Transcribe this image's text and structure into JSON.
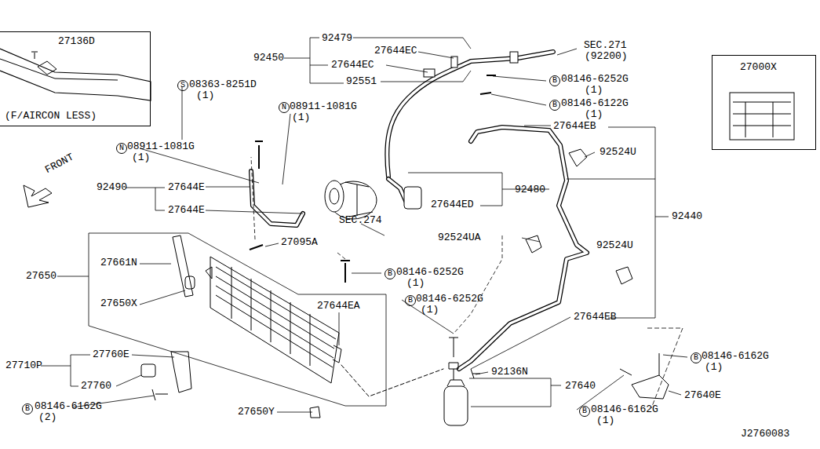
{
  "diagram": {
    "nodes": [
      {
        "text": [
          "27136D",
          "(F/AIRCON LESS)"
        ]
      },
      {
        "text": [
          "27000X"
        ]
      }
    ],
    "labels": [
      "92479",
      "27644EC",
      "92450",
      "27644EC",
      "92551",
      "SEC.271",
      "(92200)",
      "B",
      "08146-6252G",
      "(1)",
      "B",
      "08146-6122G",
      "(1)",
      "S",
      "08363-8251D",
      "(1)",
      "N",
      "08911-1081G",
      "(1)",
      "27644EB",
      "92524U",
      "N",
      "08911-1081G",
      "(1)",
      "92490",
      "27644E",
      "27644E",
      "92480",
      "27644ED",
      "92440",
      "FRONT",
      "27095A",
      "SEC.274",
      "92524UA",
      "92524U",
      "27650",
      "27661N",
      "27650X",
      "B",
      "08146-6252G",
      "(1)",
      "B",
      "08146-6252G",
      "(1)",
      "27644EA",
      "27644EB",
      "27710P",
      "27760E",
      "27760",
      "B",
      "08146-6162G",
      "(2)",
      "27650Y",
      "92136N",
      "27640",
      "B",
      "08146-6162G",
      "(1)",
      "27640E",
      "B",
      "08146-6162G",
      "(1)",
      "J2760083"
    ]
  }
}
